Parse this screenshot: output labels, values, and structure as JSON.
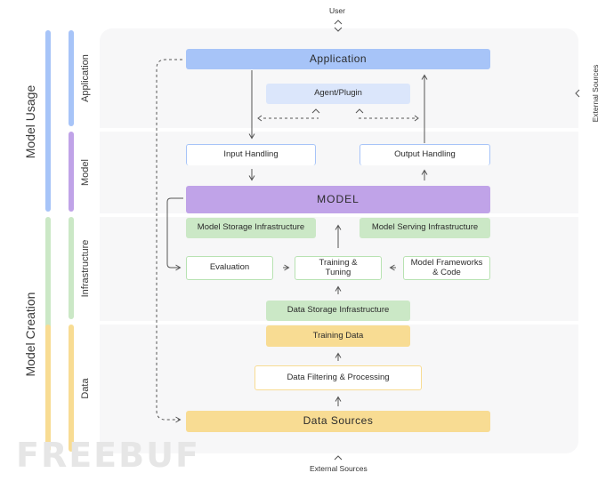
{
  "top_label": "User",
  "bottom_label": "External Sources",
  "right_label": "External Sources",
  "groups": {
    "usage": "Model Usage",
    "creation": "Model Creation"
  },
  "bands": {
    "application": "Application",
    "model": "Model",
    "infrastructure": "Infrastructure",
    "data": "Data"
  },
  "boxes": {
    "application": "Application",
    "agent_plugin": "Agent/Plugin",
    "input_handling": "Input Handling",
    "output_handling": "Output Handling",
    "model": "MODEL",
    "model_storage": "Model Storage Infrastructure",
    "model_serving": "Model Serving Infrastructure",
    "evaluation": "Evaluation",
    "training_tuning_1": "Training &",
    "training_tuning_2": "Tuning",
    "model_frameworks_1": "Model Frameworks",
    "model_frameworks_2": "& Code",
    "data_storage": "Data Storage Infrastructure",
    "training_data": "Training Data",
    "data_filtering": "Data Filtering & Processing",
    "data_sources": "Data Sources"
  },
  "watermark": "FREEBUF",
  "colors": {
    "usage_bar": "#a7c4f8",
    "model_bar": "#c0a3e8",
    "infra_bar": "#cbe8c6",
    "data_bar": "#f8dc93"
  }
}
